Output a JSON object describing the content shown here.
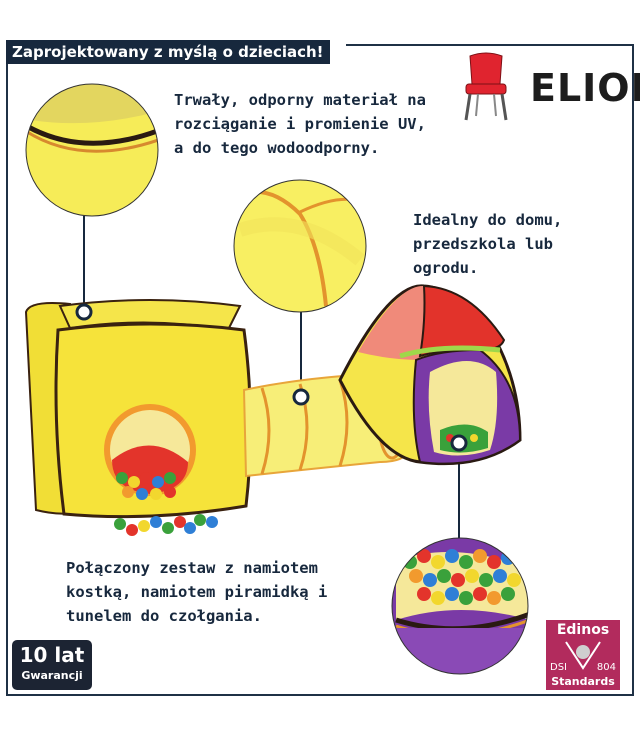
{
  "banner": {
    "title": "Zaprojektowany z myślą o dzieciach!"
  },
  "captions": {
    "material": "Trwały, odporny materiał na\nrozciąganie i promienie UV,\na do tego wodoodporny.",
    "home": "Idealny do domu,\nprzedszkola lub\nogrodu.",
    "set": "Połączony zestaw z namiotem\nkostką, namiotem piramidką i\ntunelem do czołgania."
  },
  "brand": {
    "name": "ELIOR",
    "icon": "chair-icon",
    "accent": "#e0242f"
  },
  "badges": {
    "warranty_big": "10 lat",
    "warranty_small": "Gwarancji",
    "edinos_title": "Edinos",
    "edinos_dsi": "DSI",
    "edinos_num": "804",
    "edinos_standards": "Standards"
  },
  "colors": {
    "navy": "#17283d",
    "tent_yellow": "#f3e03a",
    "tent_red": "#e2332b",
    "tent_purple": "#7a3aa6",
    "edinos": "#b22b5d"
  }
}
